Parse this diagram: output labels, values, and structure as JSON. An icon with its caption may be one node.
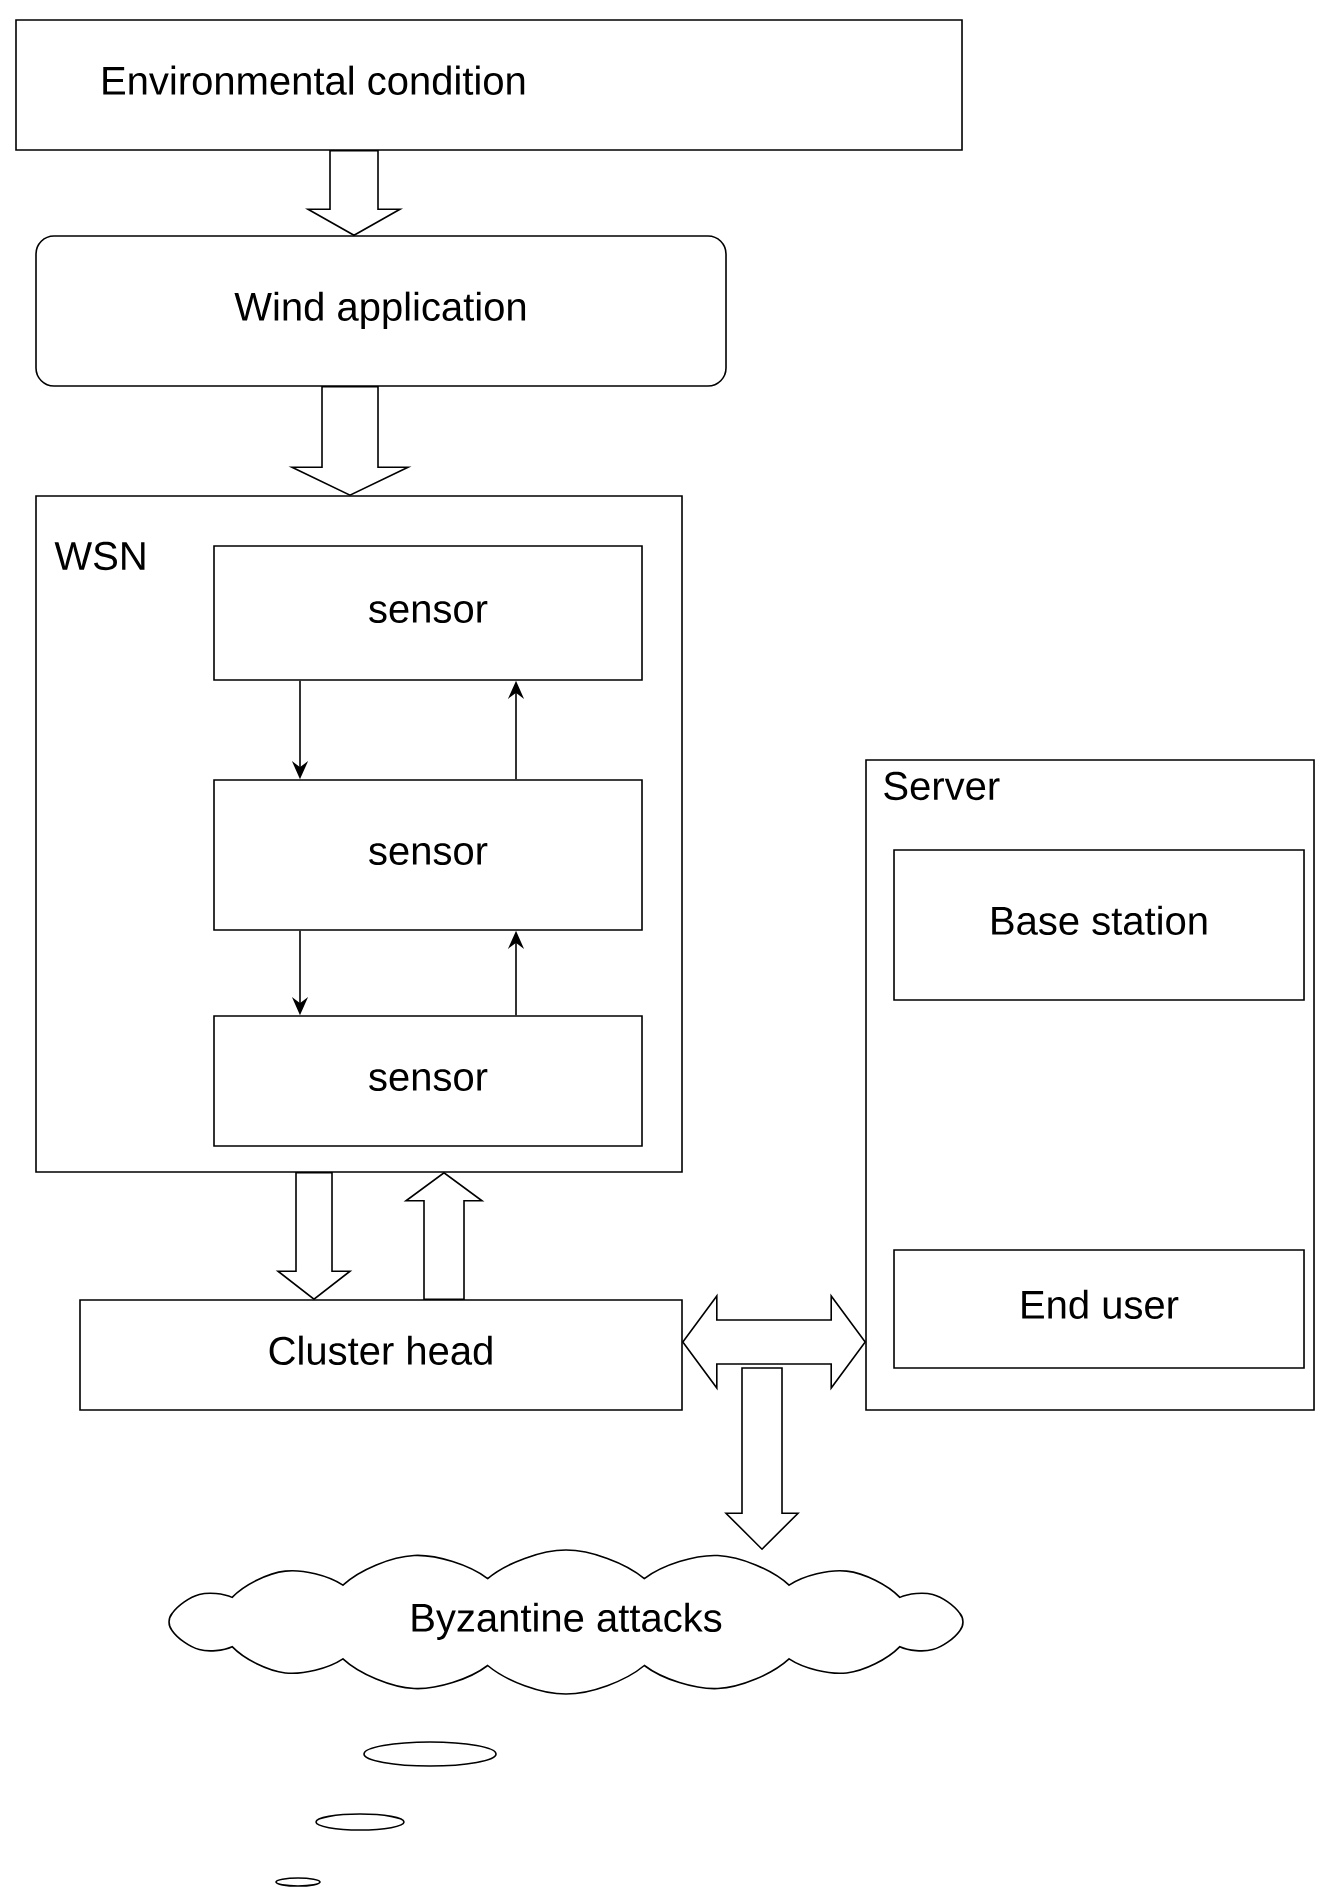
{
  "diagram": {
    "nodes": [
      {
        "text": [
          "Environmental condition"
        ]
      },
      {
        "text": [
          "Wind application"
        ]
      },
      {
        "text": [
          "WSN"
        ]
      },
      {
        "text": [
          "sensor"
        ],
        "in": 2
      },
      {
        "text": [
          "sensor"
        ],
        "in": 2
      },
      {
        "text": [
          "sensor"
        ],
        "in": 2
      },
      {
        "text": [
          "Cluster head"
        ]
      },
      {
        "text": [
          "Server"
        ]
      },
      {
        "text": [
          "Base station"
        ],
        "in": 7
      },
      {
        "text": [
          "End user"
        ],
        "in": 7
      },
      {
        "text": [
          "Byzantine attacks"
        ]
      }
    ],
    "edges": [
      {
        "from": 0,
        "to": 1,
        "arrow": "to",
        "style": "thick"
      },
      {
        "from": 1,
        "to": 2,
        "arrow": "to",
        "style": "thick"
      },
      {
        "from": 3,
        "to": 4,
        "arrow": "to"
      },
      {
        "from": 4,
        "to": 3,
        "arrow": "to"
      },
      {
        "from": 4,
        "to": 5,
        "arrow": "to"
      },
      {
        "from": 5,
        "to": 4,
        "arrow": "to"
      },
      {
        "from": 2,
        "to": 6,
        "arrow": "to",
        "style": "thick"
      },
      {
        "from": 6,
        "to": 2,
        "arrow": "to",
        "style": "thick"
      },
      {
        "from": 6,
        "to": 7,
        "arrow": "both",
        "style": "thick"
      },
      {
        "from": null,
        "to": 10,
        "arrow": "to",
        "style": "thick"
      }
    ]
  }
}
